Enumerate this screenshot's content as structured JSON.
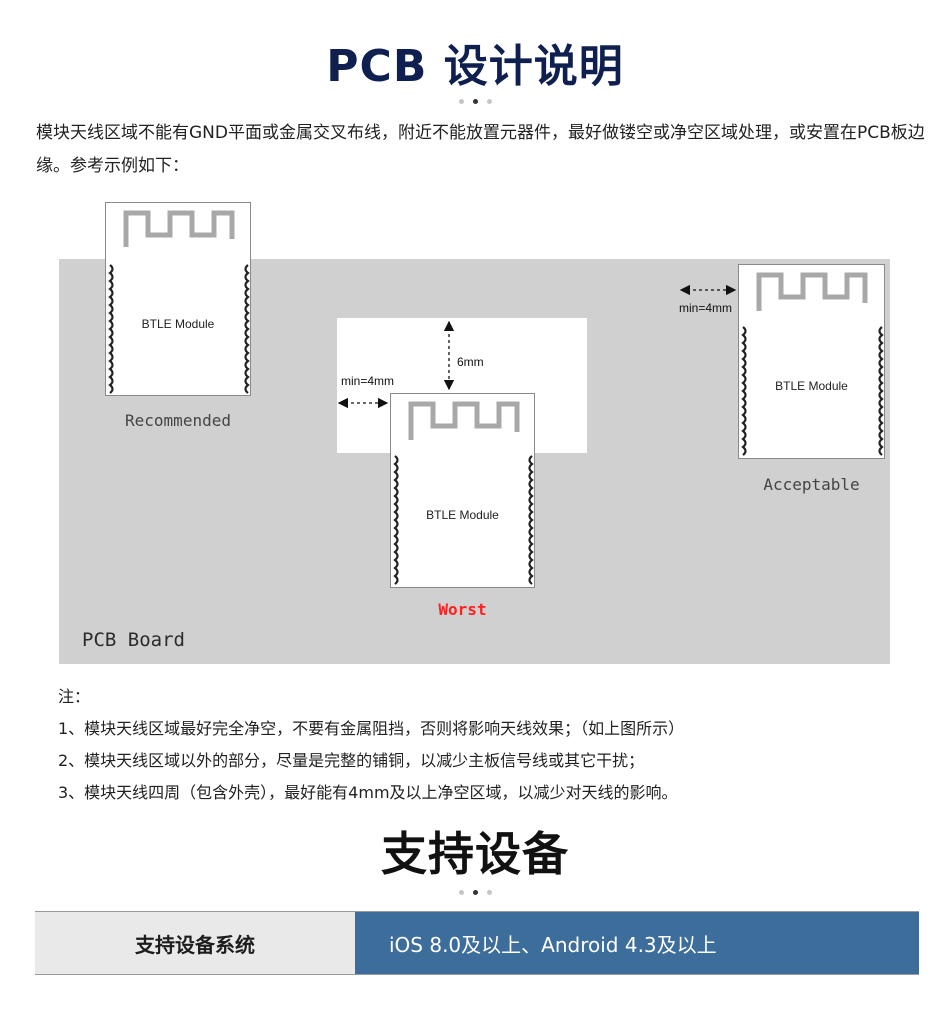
{
  "section1": {
    "title": "PCB 设计说明",
    "intro": "模块天线区域不能有GND平面或金属交叉布线，附近不能放置元器件，最好做镂空或净空区域处理，或安置在PCB板边缘。参考示例如下："
  },
  "diagram": {
    "board_label": "PCB Board",
    "module_label": "BTLE Module",
    "recommended_label": "Recommended",
    "worst_label": "Worst",
    "acceptable_label": "Acceptable",
    "dim_min_4mm": "min=4mm",
    "dim_6mm": "6mm",
    "colors": {
      "board": "#d0d0d0",
      "antenna": "#a8a8a8",
      "worst": "#ff2020"
    },
    "icons": [
      "antenna-trace-icon",
      "castellated-pad-icon",
      "dimension-arrow-icon"
    ]
  },
  "notes": {
    "heading": "注：",
    "items": [
      "1、模块天线区域最好完全净空，不要有金属阻挡，否则将影响天线效果；（如上图所示）",
      "2、模块天线区域以外的部分，尽量是完整的铺铜，以减少主板信号线或其它干扰；",
      "3、模块天线四周（包含外壳），最好能有4mm及以上净空区域，以减少对天线的影响。"
    ]
  },
  "section2": {
    "title": "支持设备",
    "table": {
      "label": "支持设备系统",
      "value": "iOS 8.0及以上、Android 4.3及以上",
      "colors": {
        "label_bg": "#e9e9e9",
        "value_bg": "#3d6d9b"
      }
    }
  }
}
